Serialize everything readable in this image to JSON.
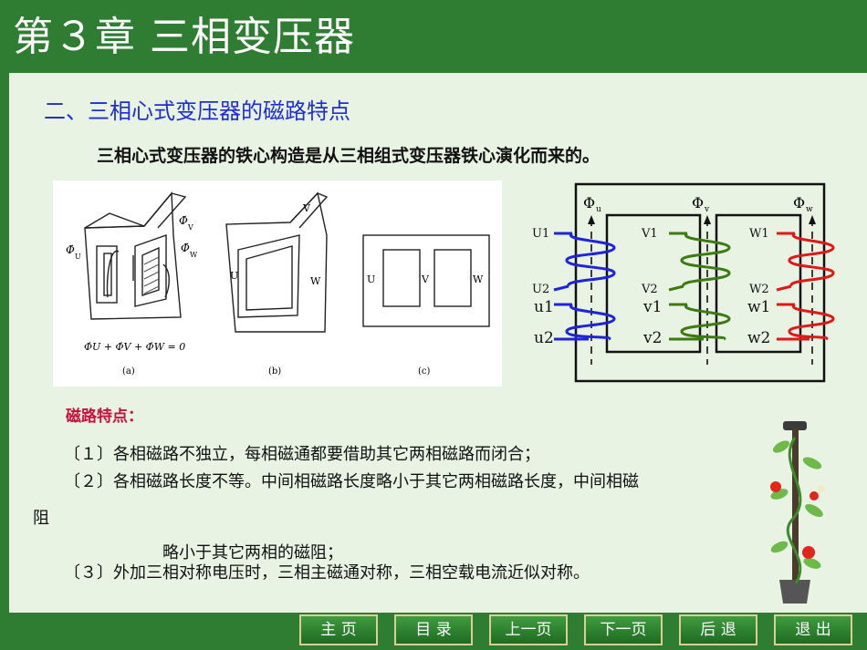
{
  "title": "第３章  三相变压器",
  "subtitle": "二、三相心式变压器的磁路特点",
  "intro": "三相心式变压器的铁心构造是从三相组式变压器铁心演化而来的。",
  "figure_left": {
    "phi_v": "Φ̇",
    "phi_v_sub": "V",
    "phi_u": "Φ̇",
    "phi_u_sub": "U",
    "phi_w": "Φ̇",
    "phi_w_sub": "W",
    "equation": "Φ̇U + Φ̇V + Φ̇W = 0",
    "cap_a": "(a)",
    "cap_b": "(b)",
    "cap_c": "(c)",
    "b_v": "V",
    "b_u": "U",
    "b_w": "W",
    "c_u": "U",
    "c_v": "V",
    "c_w": "W"
  },
  "figure_right": {
    "phi": "Φ",
    "sub_u": "u",
    "sub_v": "v",
    "sub_w": "w",
    "U1": "U1",
    "U2": "U2",
    "u1": "u1",
    "u2": "u2",
    "V1": "V1",
    "V2": "V2",
    "v1": "v1",
    "v2": "v2",
    "W1": "W1",
    "W2": "W2",
    "w1": "w1",
    "w2": "w2"
  },
  "features": {
    "heading": "磁路特点：",
    "item1": "〔１〕各相磁路不独立，每相磁通都要借助其它两相磁路而闭合；",
    "item2": "〔２〕各相磁路长度不等。中间相磁路长度略小于其它两相磁路长度，中间相磁",
    "item2_wrap": "阻",
    "item2_cont": "略小于其它两相的磁阻；",
    "item3": "〔３〕外加三相对称电压时，三相主磁通对称，三相空载电流近似对称。"
  },
  "nav": {
    "home": "主  页",
    "toc": "目  录",
    "prev": "上一页",
    "next": "下一页",
    "back": "后  退",
    "exit": "退  出"
  },
  "colors": {
    "background": "#2f7d32",
    "panel": "#e8f3e4",
    "subtitle": "#1f2dd6",
    "heading": "#c8103a",
    "coil_u": "#1f24d8",
    "coil_v": "#3d7a12",
    "coil_w": "#e01818"
  }
}
